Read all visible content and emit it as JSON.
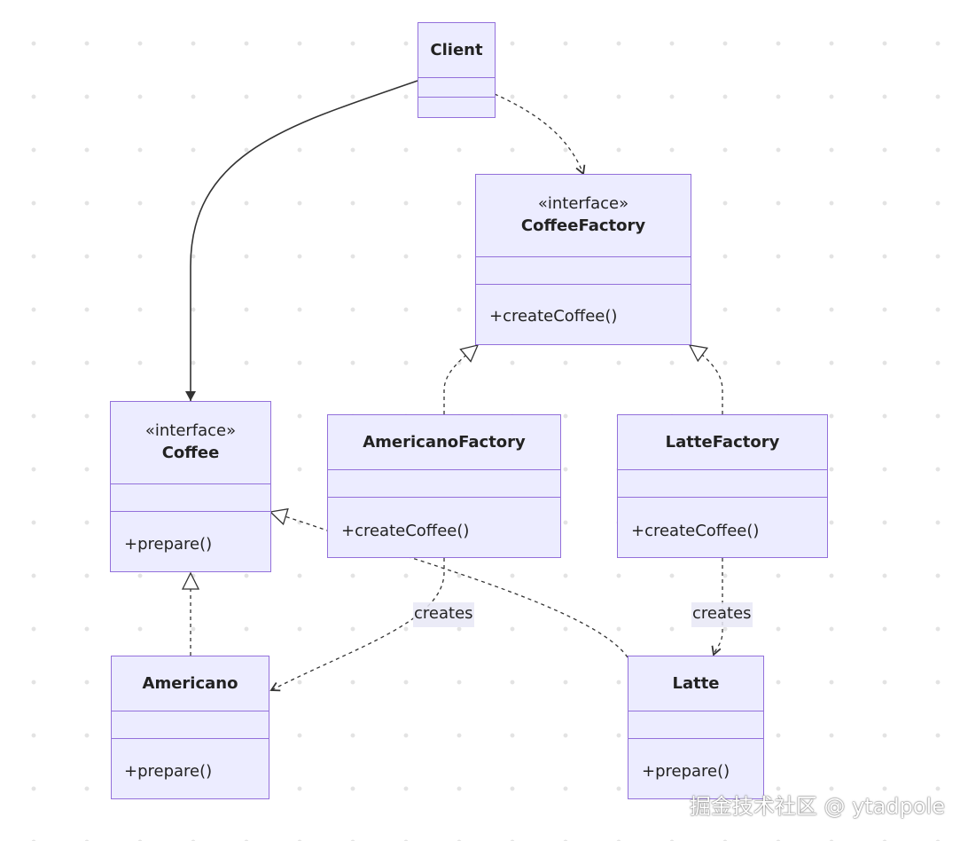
{
  "classes": {
    "client": {
      "name": "Client"
    },
    "coffee_factory": {
      "stereotype": "«interface»",
      "name": "CoffeeFactory",
      "method": "+createCoffee()"
    },
    "coffee": {
      "stereotype": "«interface»",
      "name": "Coffee",
      "method": "+prepare()"
    },
    "americano_factory": {
      "name": "AmericanoFactory",
      "method": "+createCoffee()"
    },
    "latte_factory": {
      "name": "LatteFactory",
      "method": "+createCoffee()"
    },
    "americano": {
      "name": "Americano",
      "method": "+prepare()"
    },
    "latte": {
      "name": "Latte",
      "method": "+prepare()"
    }
  },
  "labels": {
    "americano_creates": "creates",
    "latte_creates": "creates"
  },
  "watermark": "掘金技术社区 @ ytadpole",
  "colors": {
    "box_fill": "#ececff",
    "box_border": "#9370db",
    "line": "#333333"
  }
}
